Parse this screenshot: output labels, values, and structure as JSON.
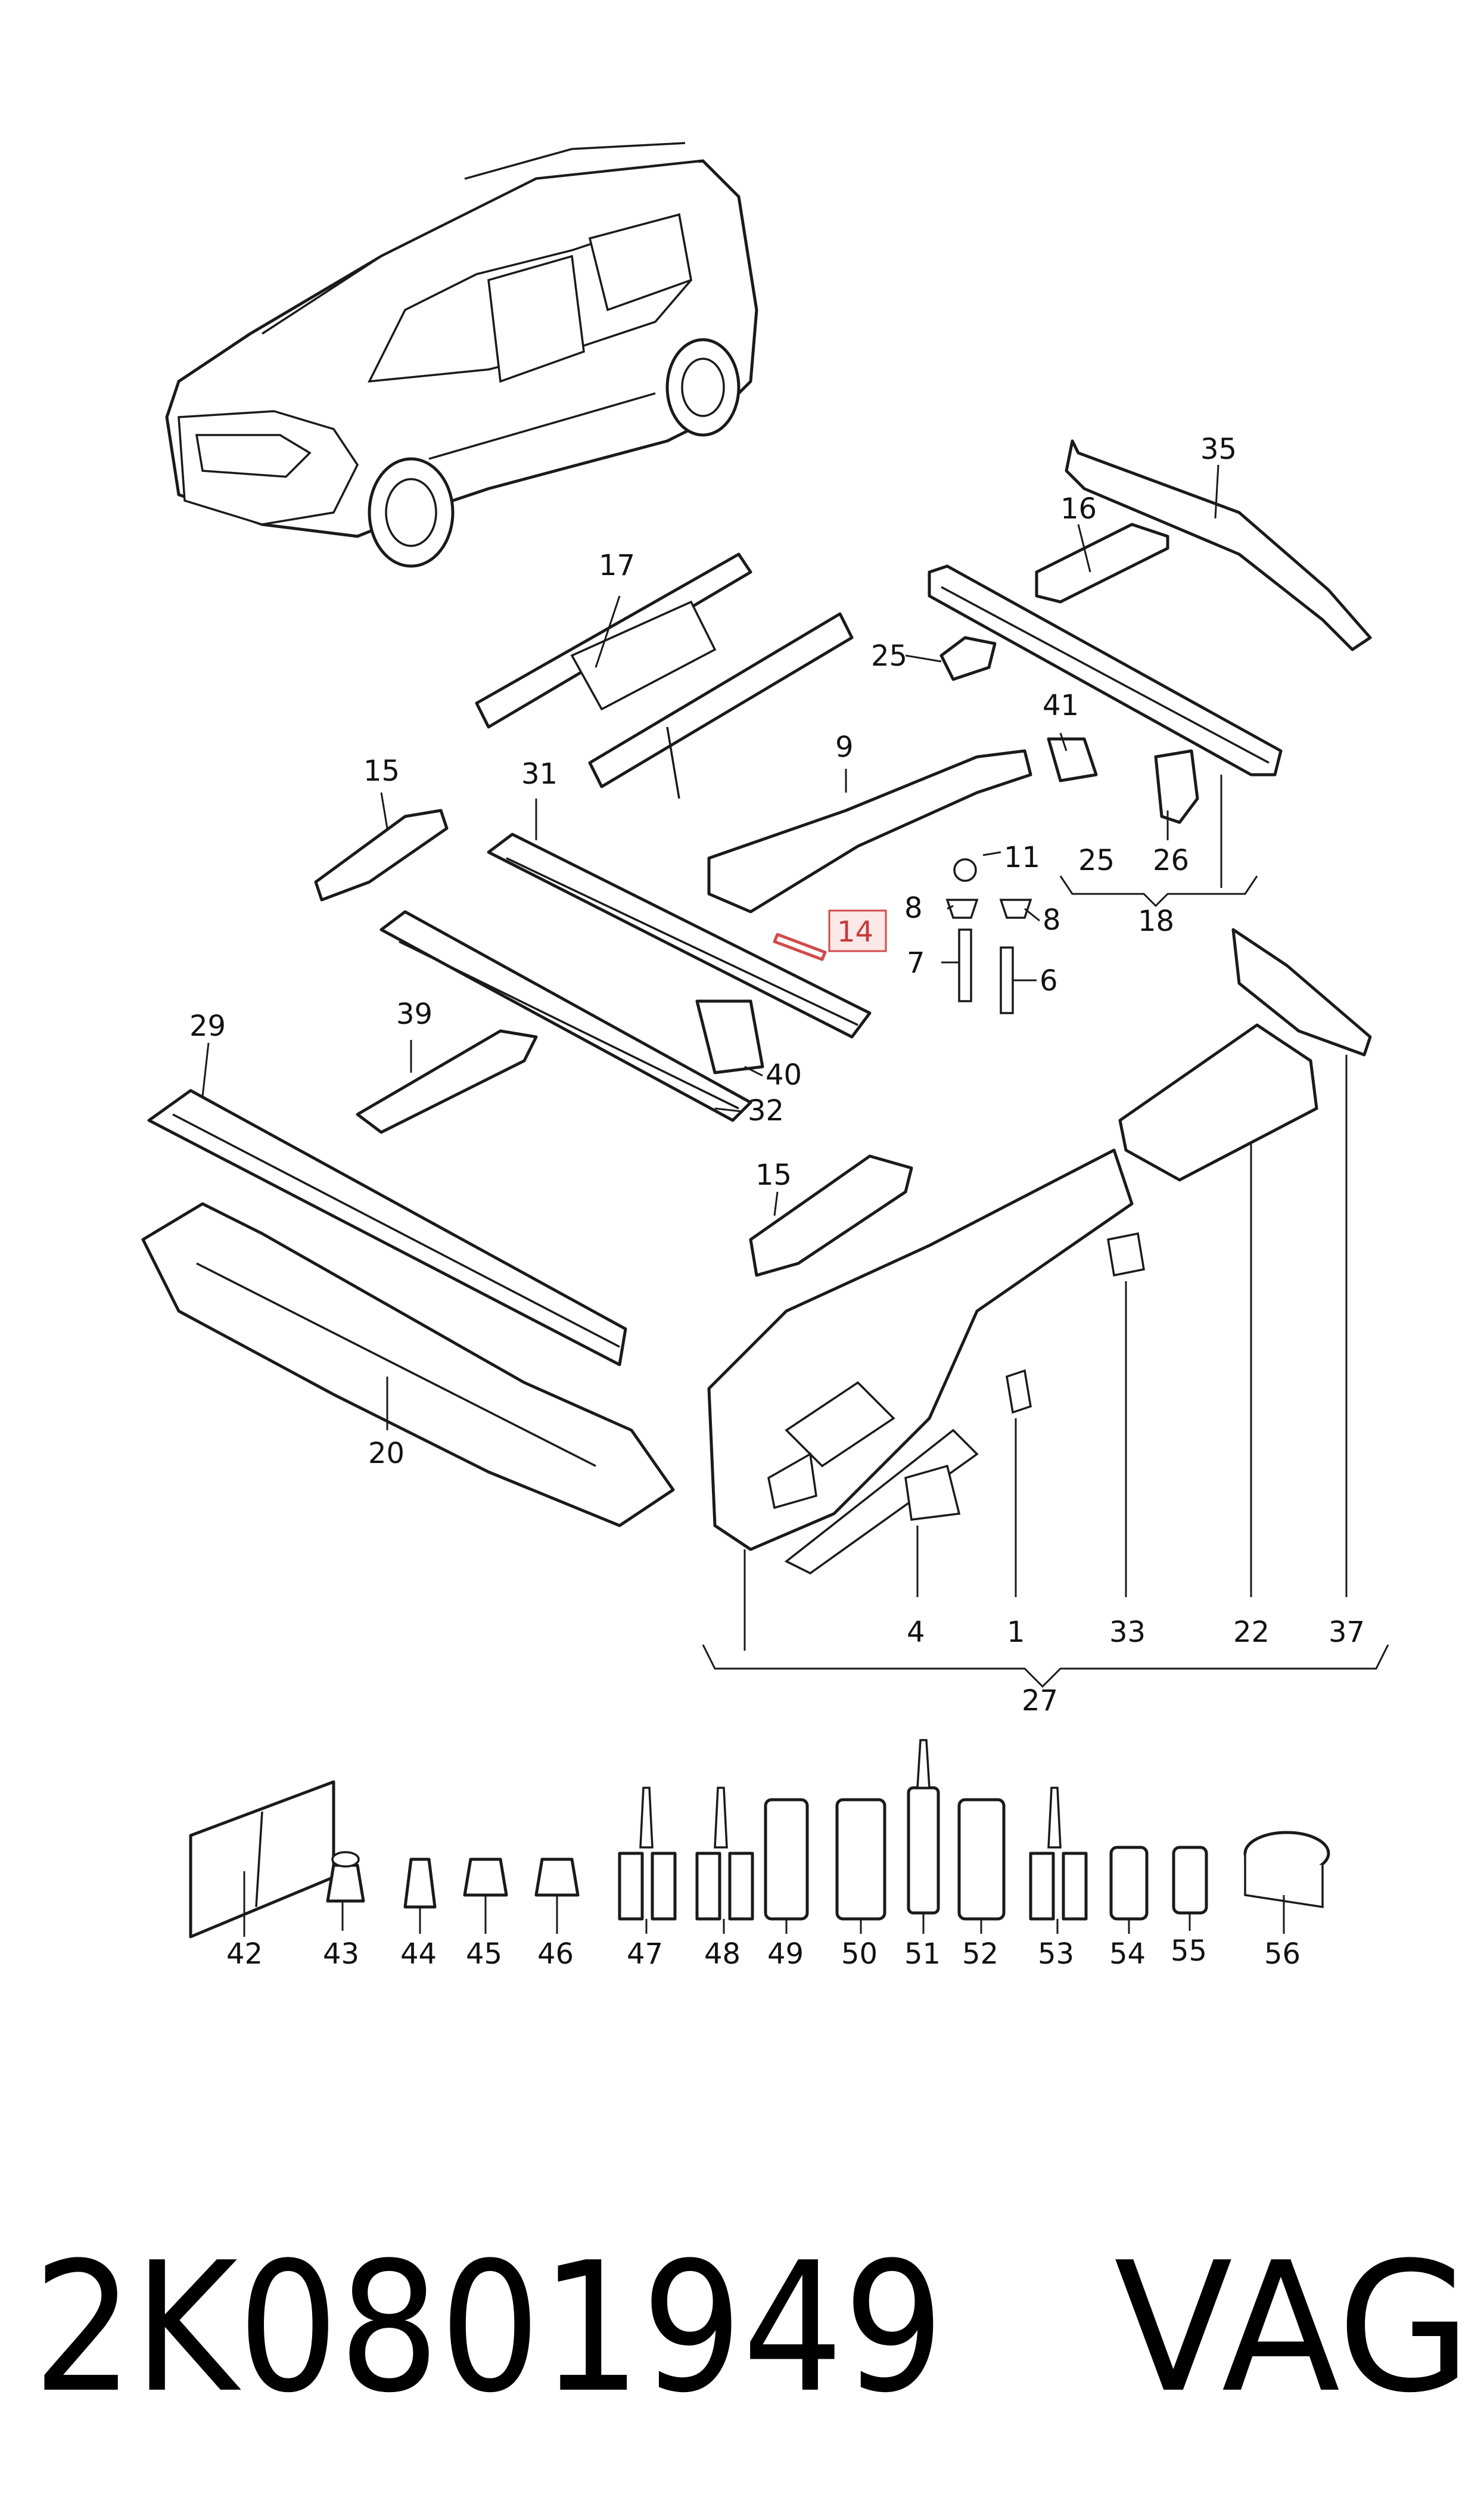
{
  "diagram": {
    "labels": {
      "l1": "1",
      "l4": "4",
      "l6": "6",
      "l7": "7",
      "l8a": "8",
      "l8b": "8",
      "l9": "9",
      "l11": "11",
      "l14": "14",
      "l15a": "15",
      "l15b": "15",
      "l16": "16",
      "l17": "17",
      "l18": "18",
      "l20": "20",
      "l22": "22",
      "l25a": "25",
      "l25b": "25",
      "l26": "26",
      "l27": "27",
      "l29": "29",
      "l31": "31",
      "l32": "32",
      "l33": "33",
      "l35": "35",
      "l37": "37",
      "l39": "39",
      "l40": "40",
      "l41": "41",
      "l42": "42",
      "l43": "43",
      "l44": "44",
      "l45": "45",
      "l46": "46",
      "l47": "47",
      "l48": "48",
      "l49": "49",
      "l50": "50",
      "l51": "51",
      "l52": "52",
      "l53": "53",
      "l54": "54",
      "l55": "55",
      "l56": "56"
    },
    "highlighted_part": "14",
    "highlight_color": "#d24b4b"
  },
  "footer": {
    "part_number": "2K0801949",
    "brand": "VAG"
  }
}
